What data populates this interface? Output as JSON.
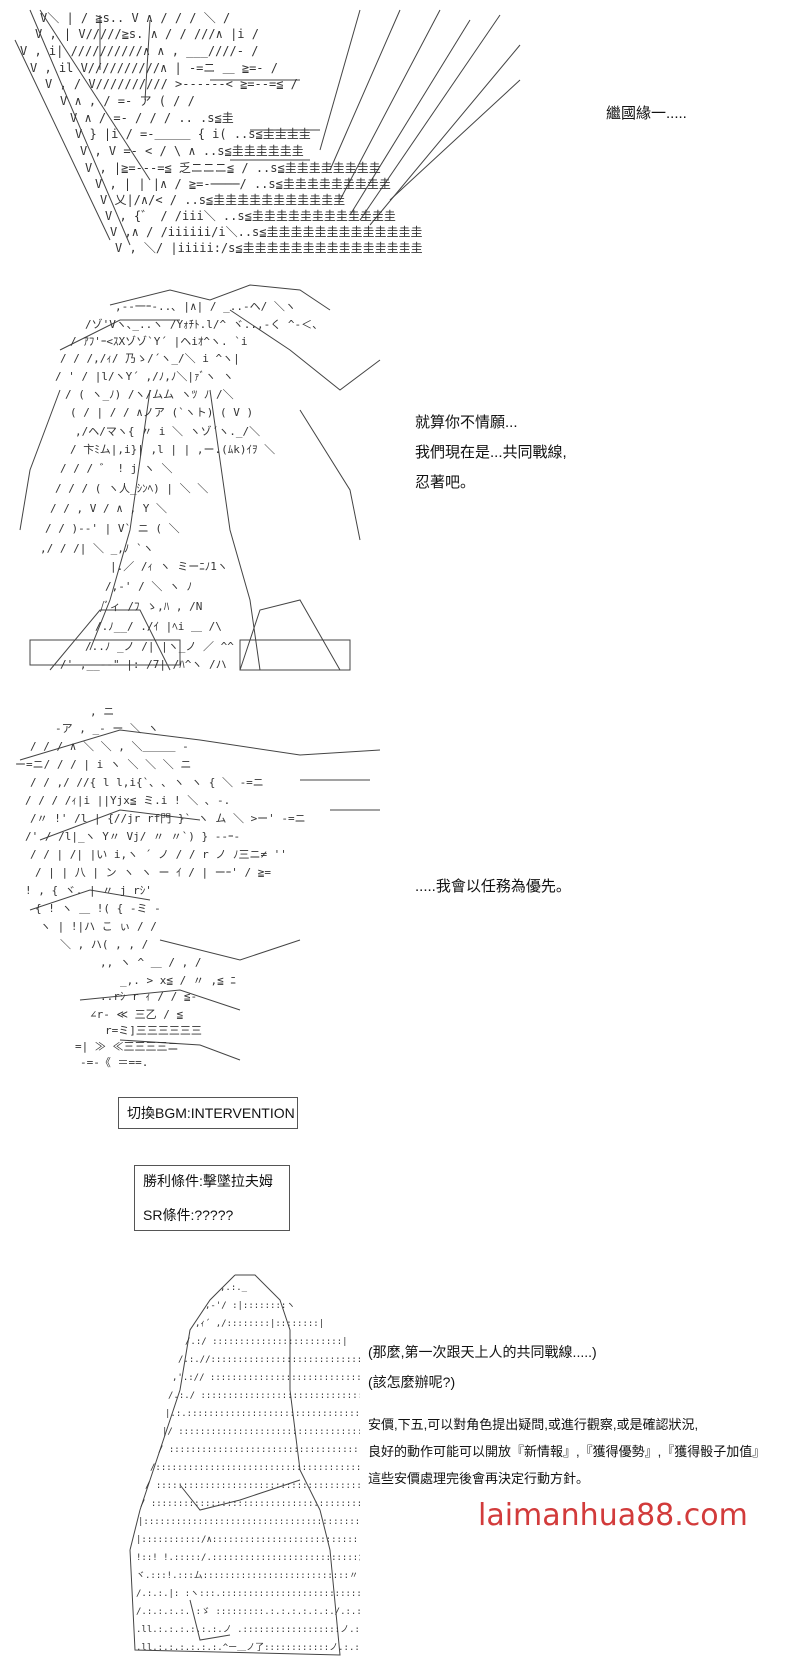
{
  "panel1": {
    "caption": "繼國緣一....."
  },
  "panel2": {
    "lines": [
      "就算你不情願...",
      "我們現在是...共同戰線,",
      "忍著吧。"
    ]
  },
  "panel3": {
    "caption": ".....我會以任務為優先。"
  },
  "bgm_box": {
    "text": "切換BGM:INTERVENTION"
  },
  "condition_box": {
    "win": "勝利條件:擊墜拉夫姆",
    "sr": "SR條件:?????"
  },
  "panel5": {
    "thought1": "(那麼,第一次跟天上人的共同戰線.....)",
    "thought2": "(該怎麼辦呢?)",
    "instructions": [
      "安價,下五,可以對角色提出疑問,或進行觀察,或是確認狀況,",
      "良好的動作可能可以開放『新情報』,『獲得優勢』,『獲得骰子加值』",
      "這些安價處理完後會再決定行動方針。"
    ]
  },
  "watermark": "laimanhua88.com",
  "colors": {
    "ink": "#222222",
    "watermark": "#d23b3b",
    "background": "#ffffff"
  }
}
